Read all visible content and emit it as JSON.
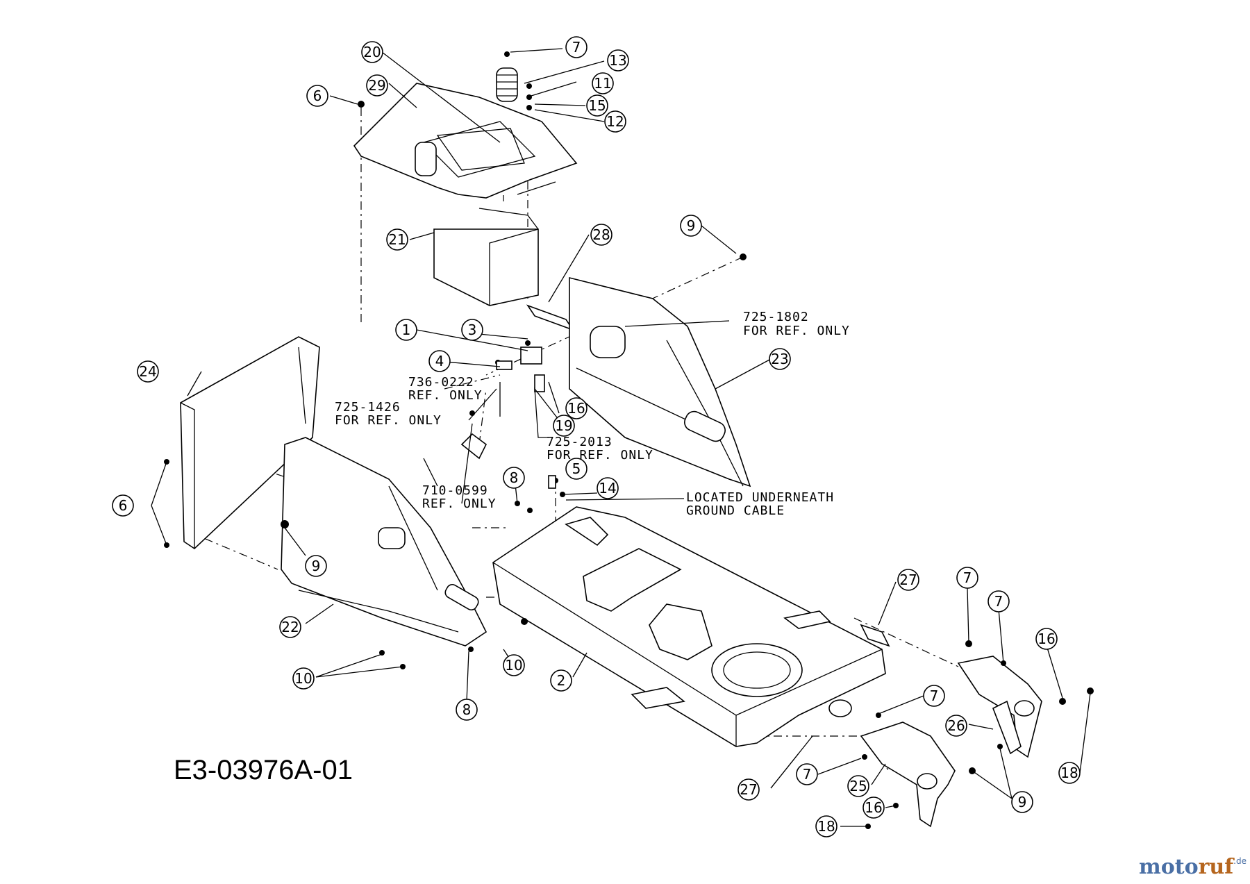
{
  "drawing": {
    "code": "E3-03976A-01",
    "watermark": {
      "name_a": "moto",
      "name_b": "ruf",
      "tld": ".de"
    }
  },
  "callouts": {
    "c7_top": "7",
    "c13": "13",
    "c11": "11",
    "c15": "15",
    "c12": "12",
    "c20": "20",
    "c29": "29",
    "c6_top": "6",
    "c21": "21",
    "c28": "28",
    "c9_top": "9",
    "c1": "1",
    "c3": "3",
    "c4": "4",
    "c24": "24",
    "c23": "23",
    "c16_mid": "16",
    "c19": "19",
    "c5": "5",
    "c8_mid": "8",
    "c14": "14",
    "c6_left": "6",
    "c9_left": "9",
    "c22": "22",
    "c10_left": "10",
    "c10_mid": "10",
    "c2": "2",
    "c8_bot": "8",
    "c27_top": "27",
    "c7_r1": "7",
    "c7_r2": "7",
    "c16_r": "16",
    "c26": "26",
    "c7_mid": "7",
    "c7_low": "7",
    "c25": "25",
    "c9_bot": "9",
    "c18_r": "18",
    "c27_bot": "27",
    "c16_bot": "16",
    "c18_bot": "18"
  },
  "notes": {
    "n725_1802_a": "725-1802",
    "n725_1802_b": "FOR REF. ONLY",
    "n736_a": "736-0222",
    "n736_b": "REF. ONLY",
    "n725_1426_a": "725-1426",
    "n725_1426_b": "FOR REF. ONLY",
    "n725_2013_a": "725-2013",
    "n725_2013_b": "FOR REF. ONLY",
    "n710_a": "710-0599",
    "n710_b": "REF. ONLY",
    "nloc_a": "LOCATED UNDERNEATH",
    "nloc_b": "GROUND CABLE"
  }
}
